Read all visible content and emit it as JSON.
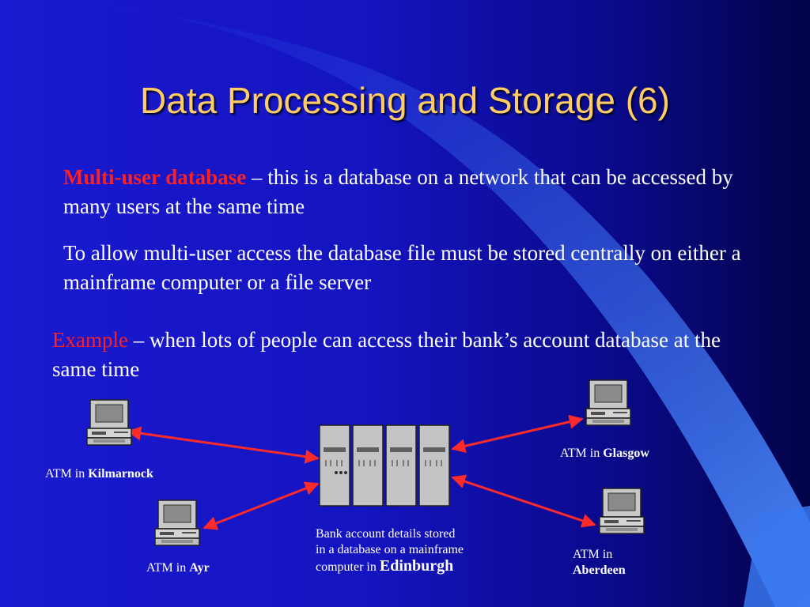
{
  "slide": {
    "title": "Data Processing and Storage (6)",
    "colors": {
      "background": "#1414c0",
      "title": "#ffcc66",
      "highlight": "#ff2020",
      "link": "#ff2a2a"
    }
  },
  "paragraphs": {
    "definition_term": "Multi-user database",
    "definition_text": " – this is a database on a network that can be accessed by many users at the same time",
    "storage_text": "To allow multi-user access the database file must be stored centrally on either a mainframe computer or a file server",
    "example_term": "Example",
    "example_text": " – when lots of people can access their bank’s account database at the same time"
  },
  "diagram": {
    "atms": {
      "kilmarnock": {
        "prefix": "ATM in ",
        "place": "Kilmarnock"
      },
      "ayr": {
        "prefix": "ATM in ",
        "place": "Ayr"
      },
      "glasgow": {
        "prefix": "ATM in ",
        "place": "Glasgow"
      },
      "aberdeen": {
        "prefix": "ATM in",
        "place": "Aberdeen"
      }
    },
    "server": {
      "line1": "Bank account details stored",
      "line2": "in a database on a mainframe",
      "line3": "computer in ",
      "place": "Edinburgh"
    },
    "icons": [
      "computer-icon",
      "mainframe-server-icon",
      "double-arrow-link"
    ]
  }
}
